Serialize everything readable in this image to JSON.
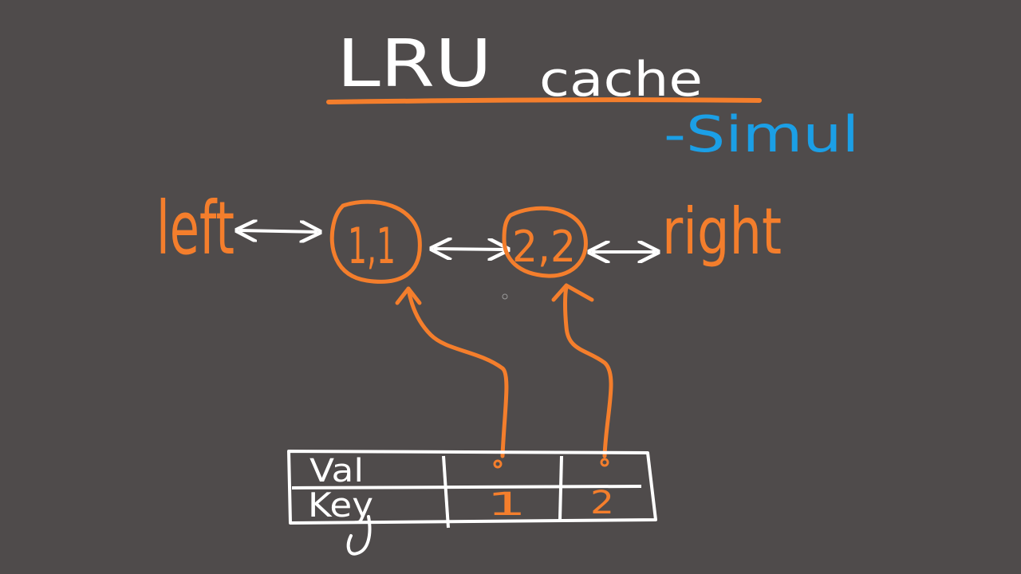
{
  "title": {
    "lru": "LRU",
    "cache": "cache",
    "subtitle": "-Simul"
  },
  "list": {
    "left_label": "left",
    "right_label": "right",
    "nodes": [
      {
        "text": "1,1"
      },
      {
        "text": "2,2"
      }
    ]
  },
  "hashmap": {
    "row_val_label": "Val",
    "row_key_label": "Key",
    "keys": [
      "1",
      "2"
    ]
  },
  "colors": {
    "background": "#4f4b4b",
    "white_ink": "#ffffff",
    "orange_ink": "#f47e2c",
    "blue_ink": "#1b9fe6"
  }
}
